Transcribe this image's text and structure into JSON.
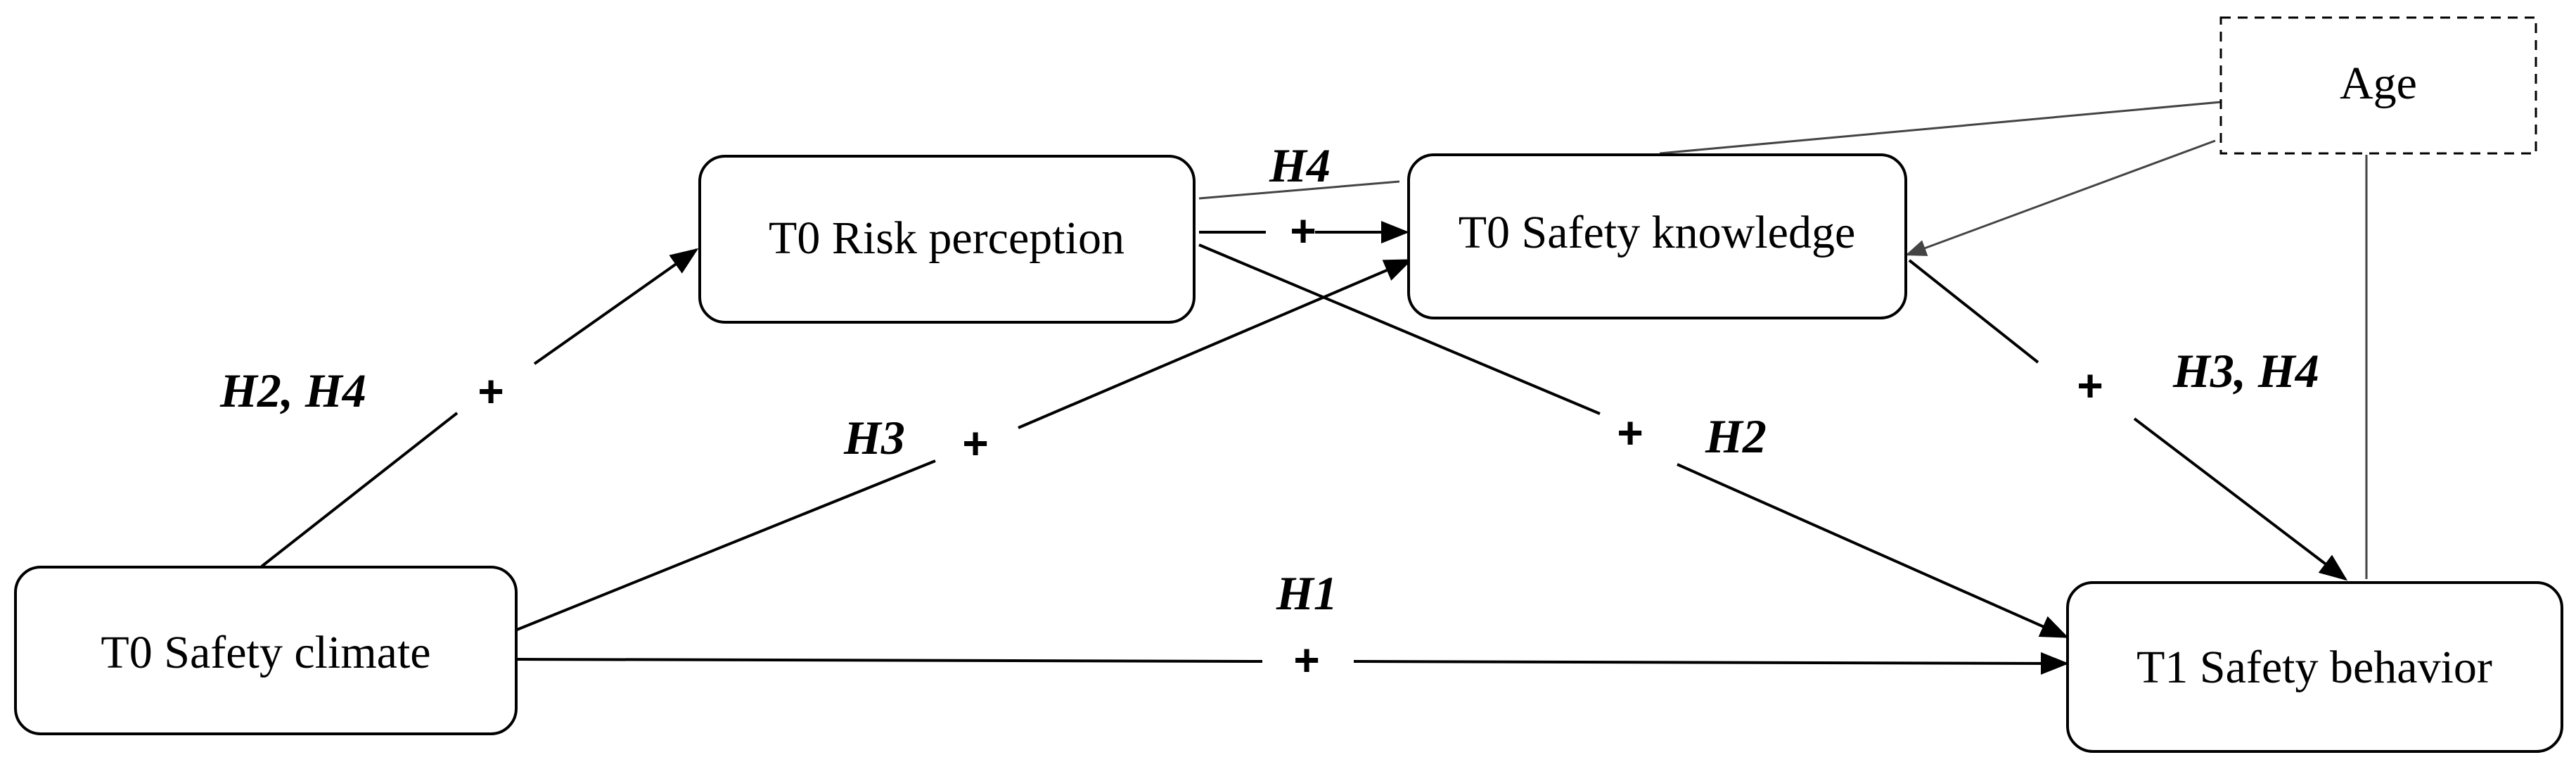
{
  "nodes": {
    "safety_climate": "T0 Safety climate",
    "risk_perception": "T0 Risk perception",
    "safety_knowledge": "T0 Safety knowledge",
    "safety_behavior": "T1 Safety behavior",
    "age": "Age"
  },
  "hypotheses": {
    "climate_to_risk": "H2, H4",
    "climate_to_knowledge": "H3",
    "climate_to_behavior": "H1",
    "risk_to_knowledge": "H4",
    "risk_to_behavior": "H2",
    "knowledge_to_behavior": "H3, H4"
  },
  "signs": {
    "climate_to_risk": "+",
    "climate_to_knowledge": "+",
    "climate_to_behavior": "+",
    "risk_to_knowledge": "+",
    "risk_to_behavior": "+",
    "knowledge_to_behavior": "+"
  }
}
